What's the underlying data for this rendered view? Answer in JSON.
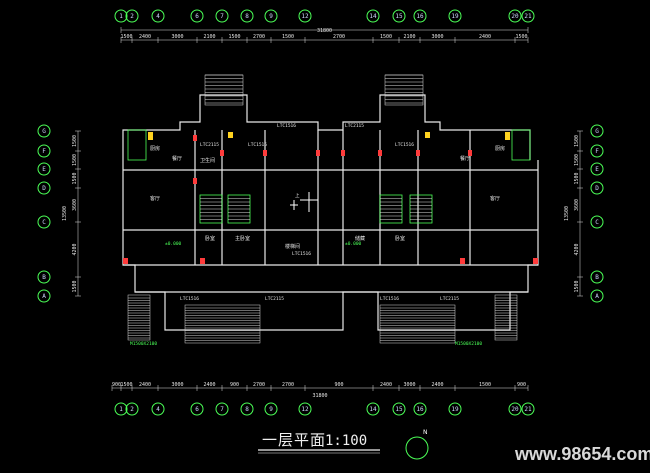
{
  "drawing": {
    "title": "一层平面",
    "scale": "1:100",
    "watermark": "www.98654.com",
    "north_label": "N"
  },
  "axes": {
    "top_labels": [
      "1",
      "2",
      "4",
      "6",
      "7",
      "8",
      "9",
      "12",
      "14",
      "15",
      "16",
      "19",
      "20",
      "21"
    ],
    "bottom_labels": [
      "1",
      "2",
      "4",
      "6",
      "7",
      "8",
      "9",
      "12",
      "14",
      "15",
      "16",
      "19",
      "20",
      "21"
    ],
    "left_labels": [
      "G",
      "F",
      "E",
      "D",
      "C",
      "B",
      "A"
    ],
    "right_labels": [
      "G",
      "F",
      "E",
      "D",
      "C",
      "B",
      "A"
    ]
  },
  "dimensions": {
    "top_row": [
      "1500",
      "2400",
      "3000",
      "2100",
      "1500",
      "2700",
      "1500",
      "2700",
      "1500",
      "2100",
      "3000",
      "2400",
      "1500"
    ],
    "top_total": "31800",
    "bottom_row": [
      "900",
      "1500",
      "2400",
      "3000",
      "2400",
      "900",
      "2700",
      "2700",
      "900",
      "2400",
      "3000",
      "2400",
      "1500",
      "900"
    ],
    "bottom_total": "31800",
    "left_row": [
      "1500",
      "1500",
      "1500",
      "3600",
      "4200",
      "1500"
    ],
    "right_row": [
      "1500",
      "1500",
      "1500",
      "3600",
      "4200",
      "1500"
    ],
    "left_total": "13500",
    "right_total": "13500"
  },
  "room_labels": [
    "厨房",
    "餐厅",
    "客厅",
    "卫生间",
    "卧室",
    "主卧室",
    "楼梯间",
    "储藏",
    "卧室",
    "客厅",
    "餐厅",
    "厨房"
  ],
  "window_tags": [
    "LTC1516",
    "LTC2115",
    "LTC1516",
    "LTC2115",
    "LTC1516",
    "LTC1516",
    "LTC2115",
    "LTC1516",
    "LTC2115",
    "LTC1516"
  ],
  "notes": {
    "door_note": "M1500X2100",
    "level_note": "±0.000",
    "stair_note": "上"
  }
}
